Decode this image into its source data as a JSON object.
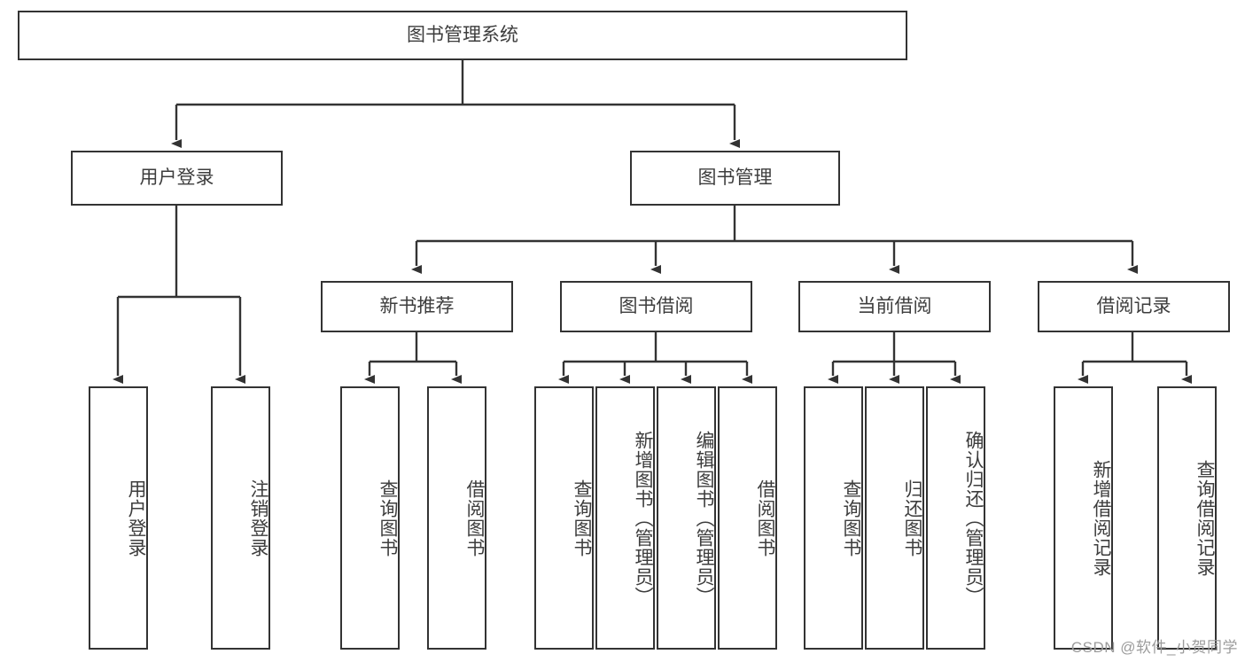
{
  "diagram": {
    "type": "tree",
    "title": "图书管理系统",
    "stroke_color": "#333333",
    "text_color": "#3d3d3d",
    "background_color": "#ffffff",
    "root": {
      "label": "图书管理系统",
      "children": [
        {
          "label": "用户登录",
          "children": [
            {
              "label": "用户登录"
            },
            {
              "label": "注销登录"
            }
          ]
        },
        {
          "label": "图书管理",
          "children": [
            {
              "label": "新书推荐",
              "children": [
                {
                  "label": "查询图书"
                },
                {
                  "label": "借阅图书"
                }
              ]
            },
            {
              "label": "图书借阅",
              "children": [
                {
                  "label": "查询图书"
                },
                {
                  "label": "新增图书（管理员）"
                },
                {
                  "label": "编辑图书（管理员）"
                },
                {
                  "label": "借阅图书"
                }
              ]
            },
            {
              "label": "当前借阅",
              "children": [
                {
                  "label": "查询图书"
                },
                {
                  "label": "归还图书"
                },
                {
                  "label": "确认归还（管理员）"
                }
              ]
            },
            {
              "label": "借阅记录",
              "children": [
                {
                  "label": "新增借阅记录"
                },
                {
                  "label": "查询借阅记录"
                }
              ]
            }
          ]
        }
      ]
    }
  },
  "watermark": {
    "text": "CSDN @软件_小贺同学"
  }
}
